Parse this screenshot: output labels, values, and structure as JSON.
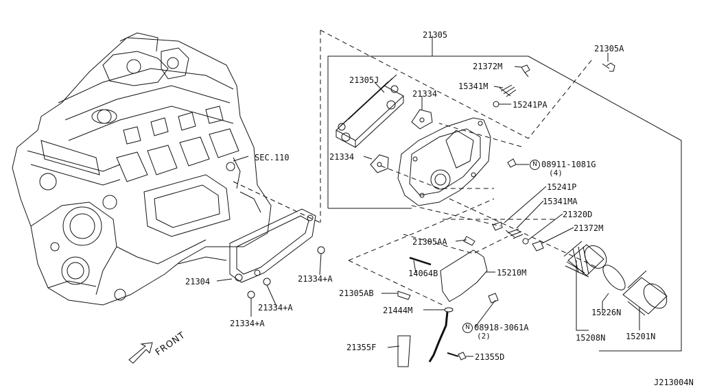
{
  "diagram_id": "J213004N",
  "front_label": "FRONT",
  "section_ref": "SEC.110",
  "nut_symbol": "N",
  "parts": {
    "p21305": "21305",
    "p21305A": "21305A",
    "p21372M_top": "21372M",
    "p21305J": "21305J",
    "p21334_top": "21334",
    "p15341M": "15341M",
    "p15241PA": "15241PA",
    "p21334_left": "21334",
    "p08911": "08911-1081G",
    "p08911_qty": "(4)",
    "p15241P": "15241P",
    "p15341MA": "15341MA",
    "p21320D": "21320D",
    "p21372M_bot": "21372M",
    "p21305AA": "21305AA",
    "p14064B": "14064B",
    "p15210M": "15210M",
    "p21304": "21304",
    "p21334A_right": "21334+A",
    "p21334A_mid": "21334+A",
    "p21334A_low": "21334+A",
    "p21305AB": "21305AB",
    "p21444M": "21444M",
    "p08918": "08918-3061A",
    "p08918_qty": "(2)",
    "p15226N": "15226N",
    "p21355F": "21355F",
    "p21355D": "21355D",
    "p15208N": "15208N",
    "p15201N": "15201N"
  }
}
